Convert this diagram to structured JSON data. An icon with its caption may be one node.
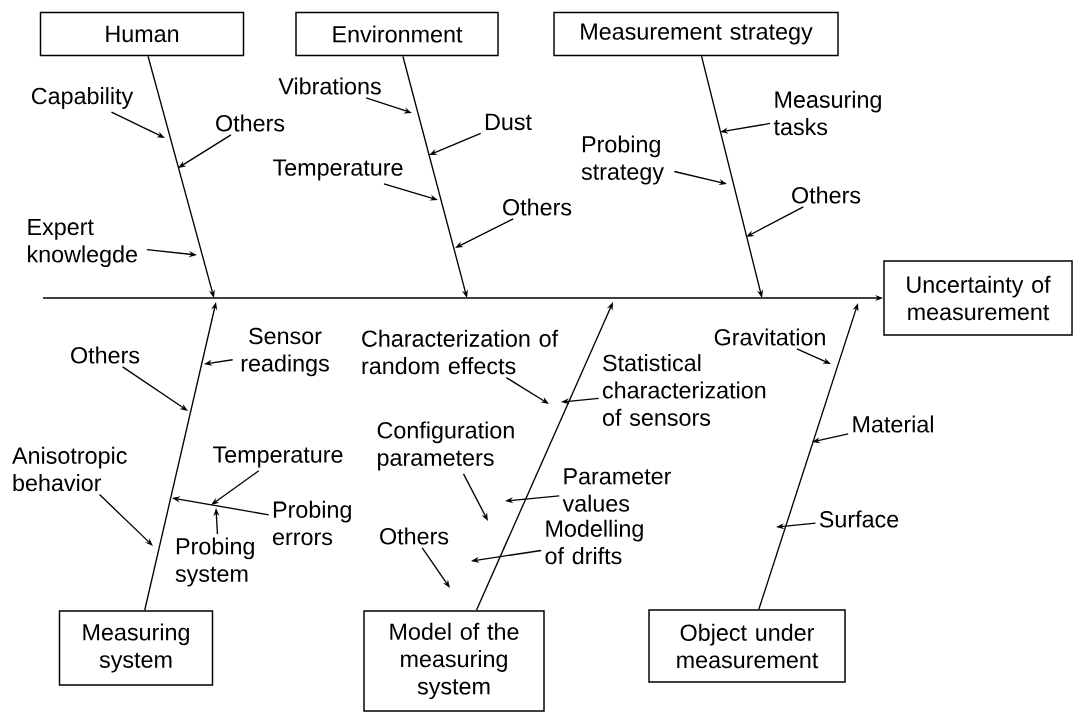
{
  "diagram": {
    "nodes": [
      {
        "text": [
          "Human"
        ]
      },
      {
        "text": [
          "Environment"
        ]
      },
      {
        "text": [
          "Measurement strategy"
        ]
      },
      {
        "text": [
          "Capability"
        ]
      },
      {
        "text": [
          "Others"
        ]
      },
      {
        "text": [
          "Vibrations"
        ]
      },
      {
        "text": [
          "Dust"
        ]
      },
      {
        "text": [
          "Temperature"
        ]
      },
      {
        "text": [
          "Others"
        ]
      },
      {
        "text": [
          "Measuring tasks"
        ]
      },
      {
        "text": [
          "Probing strategy"
        ]
      },
      {
        "text": [
          "Others"
        ]
      },
      {
        "text": [
          "Expert knowlegde"
        ]
      },
      {
        "text": [
          "Uncertainty of measurement"
        ]
      },
      {
        "text": [
          "Sensor readings"
        ]
      },
      {
        "text": [
          "Characterization of random effects"
        ]
      },
      {
        "text": [
          "Others"
        ]
      },
      {
        "text": [
          "Statistical characterization of sensors"
        ]
      },
      {
        "text": [
          "Gravitation"
        ]
      },
      {
        "text": [
          "Configuration parameters"
        ]
      },
      {
        "text": [
          "Material"
        ]
      },
      {
        "text": [
          "Anisotropic behavior"
        ]
      },
      {
        "text": [
          "Temperature"
        ]
      },
      {
        "text": [
          "Parameter values"
        ]
      },
      {
        "text": [
          "Probing errors"
        ]
      },
      {
        "text": [
          "Probing system"
        ]
      },
      {
        "text": [
          "Others"
        ]
      },
      {
        "text": [
          "Modelling of drifts"
        ]
      },
      {
        "text": [
          "Surface"
        ]
      },
      {
        "text": [
          "Measuring system"
        ]
      },
      {
        "text": [
          "Model of the measuring system"
        ]
      },
      {
        "text": [
          "Object under measurement"
        ]
      }
    ],
    "edges": [
      {
        "from": null,
        "to": 13,
        "arrow": "to"
      },
      {
        "from": 0,
        "to": null,
        "arrow": "to"
      },
      {
        "from": 1,
        "to": null,
        "arrow": "to"
      },
      {
        "from": 2,
        "to": null,
        "arrow": "to"
      },
      {
        "from": 29,
        "to": null,
        "arrow": "to"
      },
      {
        "from": 30,
        "to": null,
        "arrow": "to"
      },
      {
        "from": 31,
        "to": null,
        "arrow": "to"
      },
      {
        "from": 3,
        "to": null,
        "arrow": "to"
      },
      {
        "from": 4,
        "to": null,
        "arrow": "to"
      },
      {
        "from": 12,
        "to": null,
        "arrow": "to"
      },
      {
        "from": 5,
        "to": null,
        "arrow": "to"
      },
      {
        "from": 6,
        "to": null,
        "arrow": "to"
      },
      {
        "from": 7,
        "to": null,
        "arrow": "to"
      },
      {
        "from": 8,
        "to": null,
        "arrow": "to"
      },
      {
        "from": 9,
        "to": null,
        "arrow": "to"
      },
      {
        "from": 10,
        "to": null,
        "arrow": "to"
      },
      {
        "from": 11,
        "to": null,
        "arrow": "to"
      },
      {
        "from": 14,
        "to": null,
        "arrow": "to"
      },
      {
        "from": 16,
        "to": null,
        "arrow": "to"
      },
      {
        "from": 21,
        "to": null,
        "arrow": "to"
      },
      {
        "from": 24,
        "to": null,
        "arrow": "to"
      },
      {
        "from": 22,
        "to": null,
        "arrow": "to"
      },
      {
        "from": 25,
        "to": null,
        "arrow": "to"
      },
      {
        "from": 15,
        "to": null,
        "arrow": "to"
      },
      {
        "from": 17,
        "to": null,
        "arrow": "to"
      },
      {
        "from": 19,
        "to": null,
        "arrow": "to"
      },
      {
        "from": 23,
        "to": null,
        "arrow": "to"
      },
      {
        "from": 26,
        "to": null,
        "arrow": "to"
      },
      {
        "from": 27,
        "to": null,
        "arrow": "to"
      },
      {
        "from": 18,
        "to": null,
        "arrow": "to"
      },
      {
        "from": 20,
        "to": null,
        "arrow": "to"
      },
      {
        "from": 28,
        "to": null,
        "arrow": "to"
      }
    ]
  }
}
